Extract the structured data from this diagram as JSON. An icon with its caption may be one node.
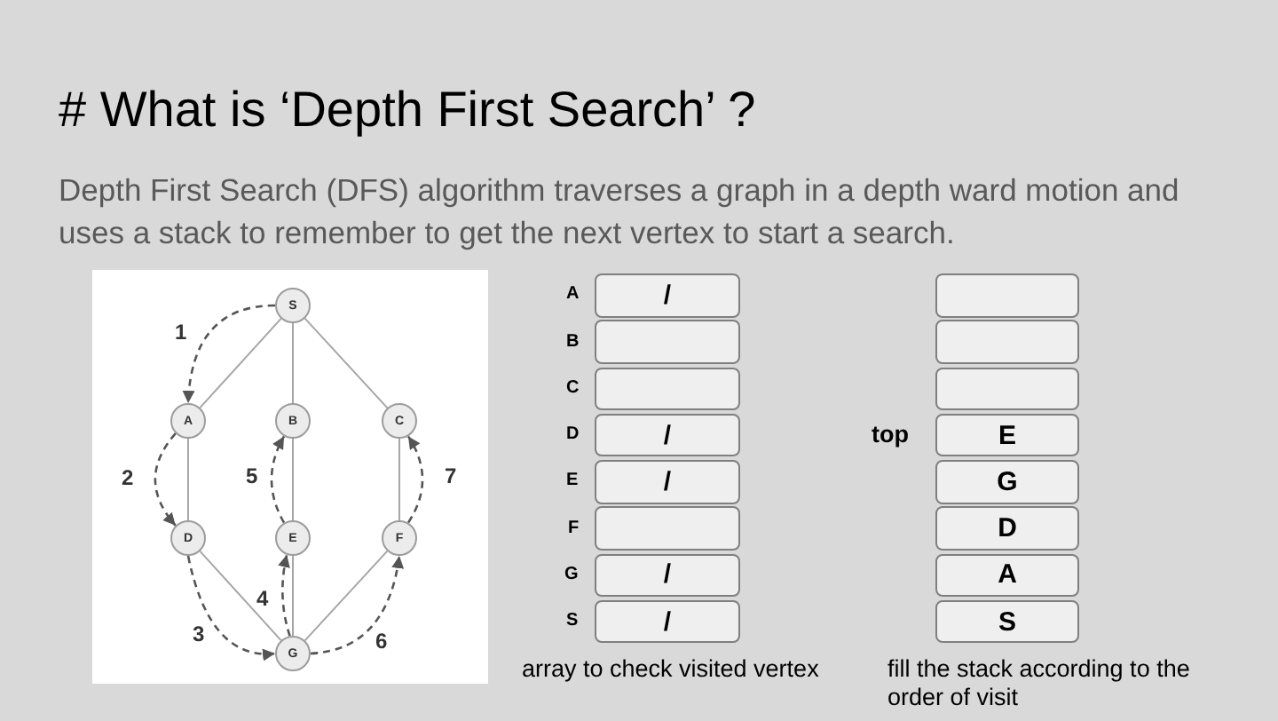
{
  "diagram": {
    "title": "# What is ‘Depth First Search’ ?",
    "nodes": [
      {
        "text": [
          "S"
        ]
      },
      {
        "text": [
          "A"
        ]
      },
      {
        "text": [
          "B"
        ]
      },
      {
        "text": [
          "C"
        ]
      },
      {
        "text": [
          "D"
        ]
      },
      {
        "text": [
          "E"
        ]
      },
      {
        "text": [
          "F"
        ]
      },
      {
        "text": [
          "G"
        ]
      },
      {
        "text": [
          "/"
        ],
        "beside": [
          "A"
        ]
      },
      {
        "text": [],
        "shape": "box",
        "beside": [
          "B"
        ]
      },
      {
        "text": [],
        "shape": "box",
        "beside": [
          "C"
        ]
      },
      {
        "text": [
          "/"
        ],
        "beside": [
          "D"
        ]
      },
      {
        "text": [
          "/"
        ],
        "beside": [
          "E"
        ]
      },
      {
        "text": [],
        "shape": "box",
        "beside": [
          "F"
        ]
      },
      {
        "text": [
          "/"
        ],
        "beside": [
          "G"
        ]
      },
      {
        "text": [
          "/"
        ],
        "beside": [
          "S"
        ]
      },
      {
        "text": [],
        "shape": "box"
      },
      {
        "text": [],
        "shape": "box"
      },
      {
        "text": [],
        "shape": "box"
      },
      {
        "text": [
          "E"
        ],
        "beside": [
          "top"
        ]
      },
      {
        "text": [
          "G"
        ]
      },
      {
        "text": [
          "D"
        ]
      },
      {
        "text": [
          "A"
        ]
      },
      {
        "text": [
          "S"
        ]
      }
    ],
    "edges": [
      {
        "from": 0,
        "to": 1,
        "arrow": "none"
      },
      {
        "from": 0,
        "to": 2,
        "arrow": "none"
      },
      {
        "from": 0,
        "to": 3,
        "arrow": "none"
      },
      {
        "from": 1,
        "to": 4,
        "arrow": "none"
      },
      {
        "from": 2,
        "to": 5,
        "arrow": "none"
      },
      {
        "from": 3,
        "to": 6,
        "arrow": "none"
      },
      {
        "from": 4,
        "to": 7,
        "arrow": "none"
      },
      {
        "from": 5,
        "to": 7,
        "arrow": "none"
      },
      {
        "from": 6,
        "to": 7,
        "arrow": "none"
      },
      {
        "from": 0,
        "to": 1,
        "arrow": "to",
        "label": "1",
        "style": "dashed",
        "color": "#555555"
      },
      {
        "from": 1,
        "to": 4,
        "arrow": "to",
        "label": "2",
        "style": "dashed",
        "color": "#555555"
      },
      {
        "from": 4,
        "to": 7,
        "arrow": "to",
        "label": "3",
        "style": "dashed",
        "color": "#555555"
      },
      {
        "from": 7,
        "to": 5,
        "arrow": "to",
        "label": "4",
        "style": "dashed",
        "color": "#555555"
      },
      {
        "from": 5,
        "to": 2,
        "arrow": "to",
        "label": "5",
        "style": "dashed",
        "color": "#555555"
      },
      {
        "from": 7,
        "to": 6,
        "arrow": "to",
        "label": "6",
        "style": "dashed",
        "color": "#555555"
      },
      {
        "from": 6,
        "to": 3,
        "arrow": "to",
        "label": "7",
        "style": "dashed",
        "color": "#555555"
      }
    ],
    "labels": [
      "Depth First Search (DFS) algorithm traverses a graph in a depth ward motion and uses a stack to remember to get the next vertex to start a search.",
      "array to check visited vertex",
      "fill the stack according to the order of visit"
    ]
  }
}
